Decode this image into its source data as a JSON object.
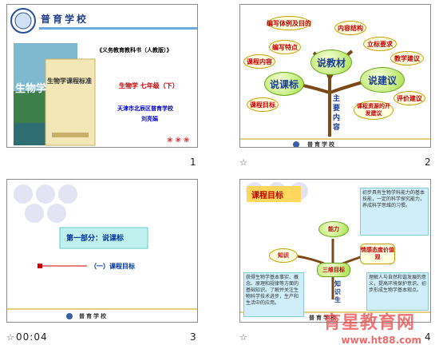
{
  "slides": [
    {
      "number": "1",
      "header_logo_text": "普育学校",
      "book_title": "《义务教育教科书（人教版）》",
      "cover_big_text": "生物学",
      "cover_std_text": "生物学课程标准",
      "grade": "生物学  七年级（下）",
      "school": "天津市北辰区普育学校",
      "teacher": "刘亮娟"
    },
    {
      "number": "2",
      "center_main": "说教材",
      "left_main": "说课标",
      "right_main": "说建议",
      "trunk": "主要内容",
      "bubbles": [
        "编写体例及目的",
        "内容结构",
        "编写特点",
        "立标要求",
        "课程内容",
        "教学建议",
        "课程目标",
        "评价建议",
        "课程资源的开发建议"
      ],
      "footer_logo": "普育学校"
    },
    {
      "number": "3",
      "part_title": "第一部分：说课标",
      "sub_title": "（一）课程目标",
      "time": "00:04",
      "footer_logo": "普育学校"
    },
    {
      "number": "4",
      "title": "课程目标",
      "center": "三维目标",
      "node_top": "能力",
      "node_left": "知识",
      "node_right": "情感态度价值观",
      "trunk": "知识生",
      "right_text": "初步具有生物学科能力的基本技能，一定的科学探究能力，养成科学思维的习惯。",
      "left_text": "获得生物学基本事实、概念、原理和规律等方面的基础知识。了解并关注生物科学技术进步，生产和生活中的应用。",
      "right2_text": "理解人与自然和谐发展的意义，提高环境保护意识。初步形成生物学基本观点。",
      "footer_logo": "普育学校"
    }
  ],
  "watermark": "育星教育网",
  "watermark_url": "www.ht88.com",
  "star_glyph": "☆"
}
